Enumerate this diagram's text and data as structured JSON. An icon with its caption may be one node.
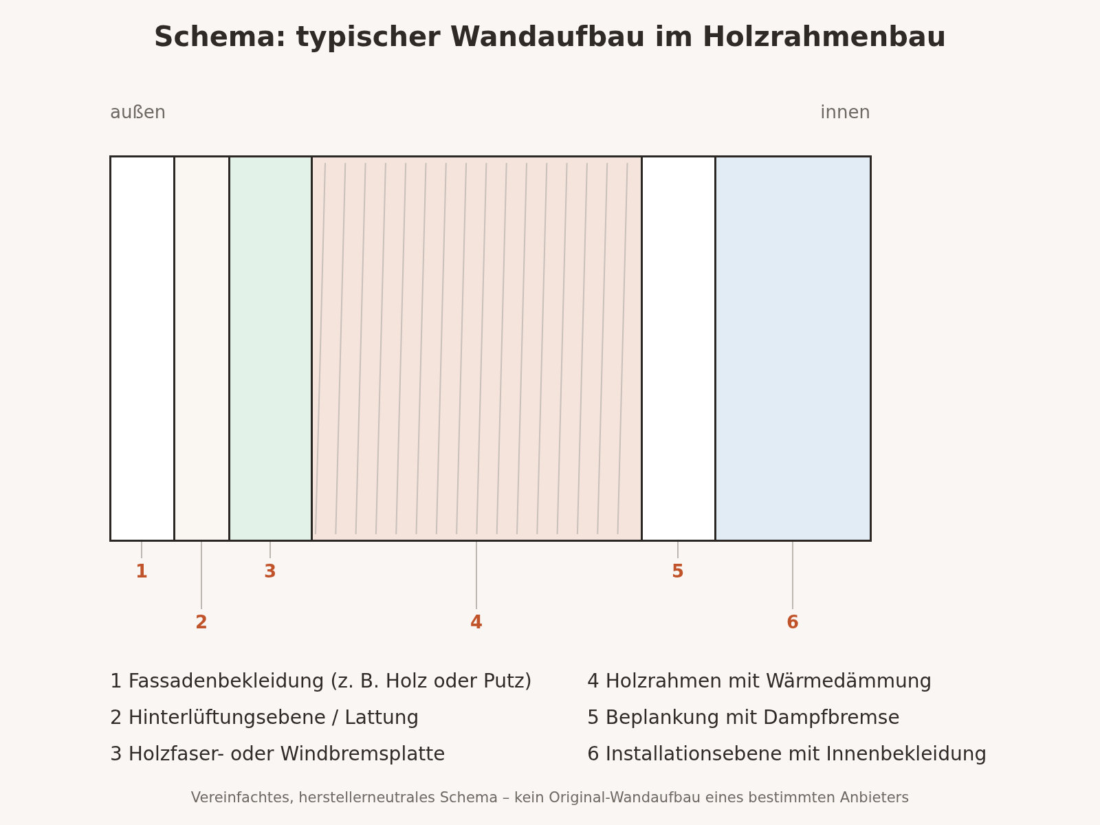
{
  "diagram": {
    "title": "Schema: typischer Wandaufbau im Holzrahmenbau",
    "caption": "Vereinfachtes, herstellerneutrales Schema – kein Original-Wandaufbau eines bestimmten Anbieters",
    "nodes": [
      {
        "text": [],
        "shape": "box"
      },
      {
        "text": [],
        "shape": "box"
      },
      {
        "text": [],
        "shape": "box"
      },
      {
        "text": [],
        "shape": "box"
      },
      {
        "text": [],
        "shape": "box"
      },
      {
        "text": [],
        "shape": "box"
      },
      {
        "text": [
          "1"
        ]
      },
      {
        "text": [
          "2"
        ]
      },
      {
        "text": [
          "3"
        ]
      },
      {
        "text": [
          "4"
        ]
      },
      {
        "text": [
          "5"
        ]
      },
      {
        "text": [
          "6"
        ]
      }
    ],
    "edges": [
      {
        "from": 6,
        "to": 0,
        "arrow": "none"
      },
      {
        "from": 7,
        "to": 1,
        "arrow": "none"
      },
      {
        "from": 8,
        "to": 2,
        "arrow": "none"
      },
      {
        "from": 9,
        "to": 3,
        "arrow": "none"
      },
      {
        "from": 10,
        "to": 4,
        "arrow": "none"
      },
      {
        "from": 11,
        "to": 5,
        "arrow": "none"
      }
    ],
    "labels": [
      "außen",
      "innen",
      "1 Fassadenbekleidung (z. B. Holz oder Putz)",
      "4 Holzrahmen mit Wärmedämmung",
      "2 Hinterlüftungsebene / Lattung",
      "5 Beplankung mit Dampfbremse",
      "3 Holzfaser- oder Windbremsplatte",
      "6 Installationsebene mit Innenbekleidung"
    ]
  }
}
